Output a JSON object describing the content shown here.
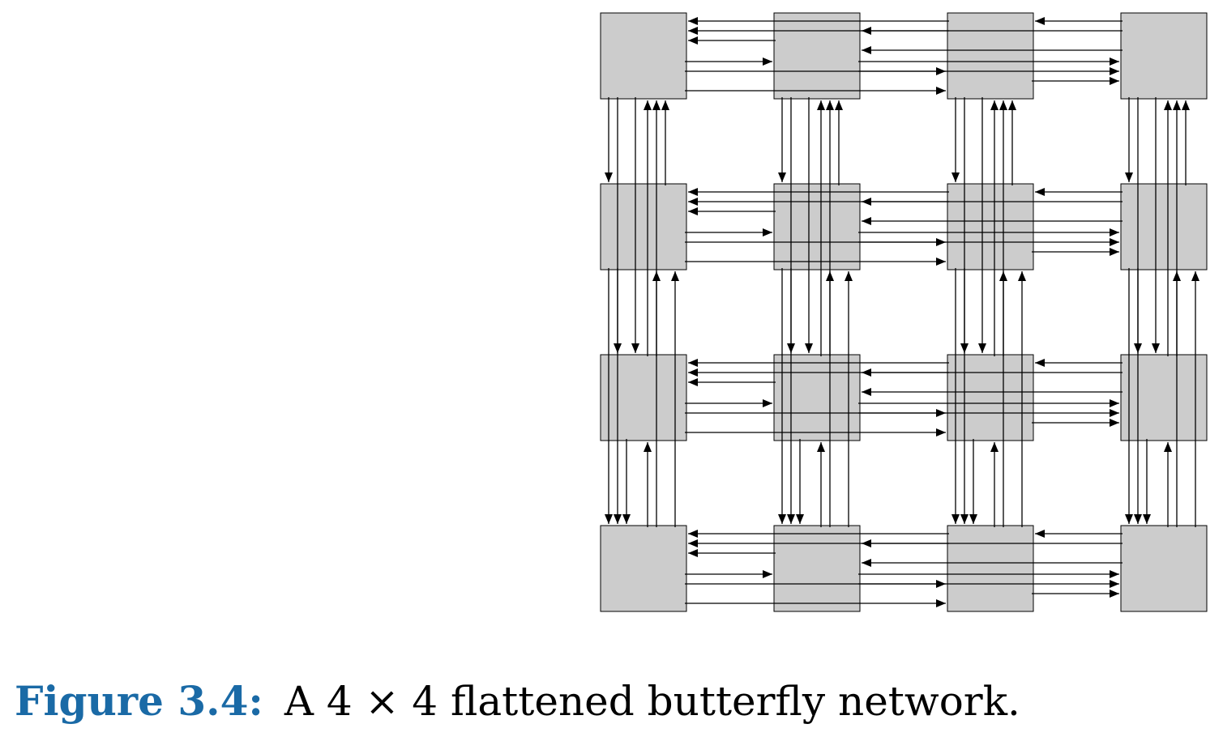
{
  "diagram": {
    "grid": {
      "rows": 4,
      "cols": 4
    },
    "router_fill": "#cccccc",
    "line_color": "#000000",
    "link_pattern": "every pair of routers in the same row and in the same column is directly connected in both directions"
  },
  "caption": {
    "label": "Figure 3.4:",
    "text": "A 4 × 4 flattened butterfly network.",
    "label_color": "#1a6aa6"
  }
}
